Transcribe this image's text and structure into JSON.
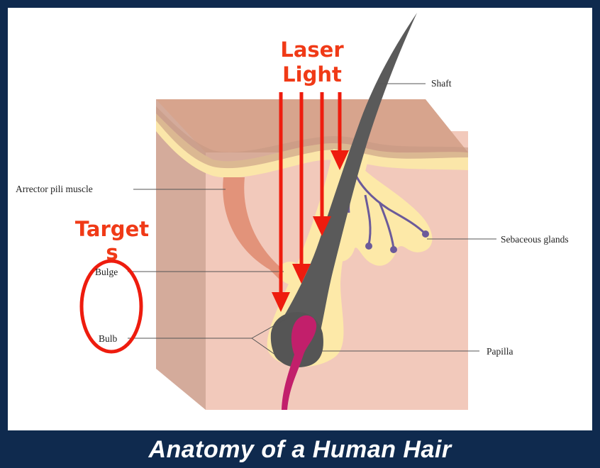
{
  "caption": "Anatomy of a Human Hair",
  "overlay": {
    "laser_line1": "Laser",
    "laser_line2": "Light",
    "targets_line1": "Target",
    "targets_line2": "s"
  },
  "labels": {
    "shaft": "Shaft",
    "arrector": "Arrector pili muscle",
    "sebaceous": "Sebaceous glands",
    "bulge": "Bulge",
    "bulb": "Bulb",
    "papilla": "Papilla"
  },
  "colors": {
    "background_frame": "#0f2a4e",
    "laser_red": "#ee1c0e",
    "title_red": "#f03a17",
    "skin_top": "#d9a893",
    "skin_side": "#cfa595",
    "skin_front": "#f2c9bb",
    "fat_yellow": "#fde9a8",
    "hair_gray": "#5a5a5a",
    "papilla_magenta": "#c21f6b",
    "gland_purple": "#6b5a9a",
    "muscle": "#e09a80"
  }
}
